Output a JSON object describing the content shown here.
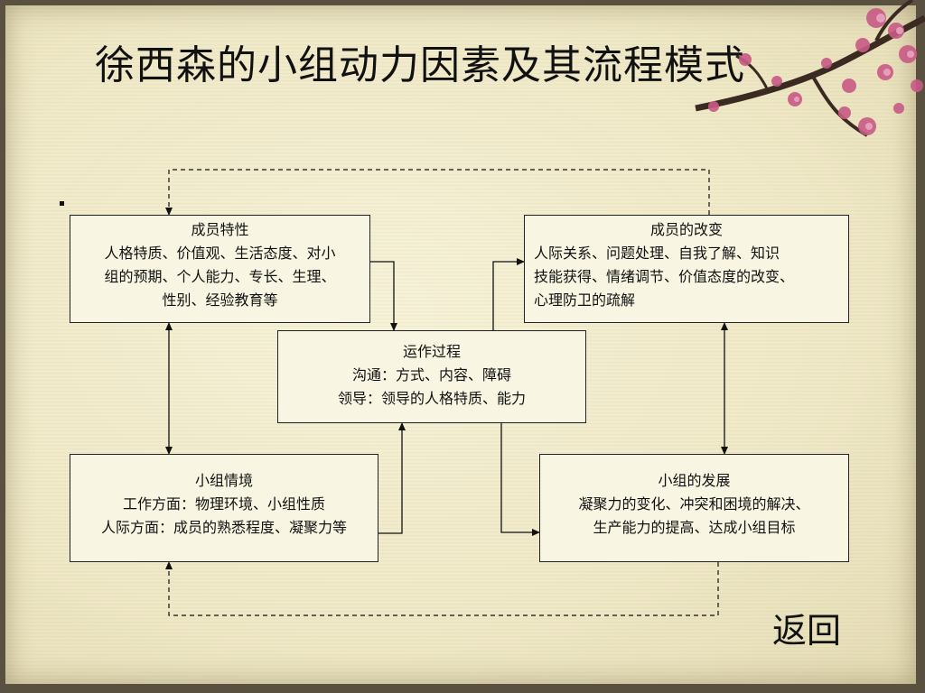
{
  "page_title": "徐西森的小组动力因素及其流程模式",
  "nodes": {
    "member_traits": {
      "lines": [
        "成员特性",
        "人格特质、价值观、生活态度、对小",
        "组的预期、个人能力、专长、生理、",
        "性别、经验教育等"
      ]
    },
    "member_change": {
      "lines": [
        "成员的改变",
        "人际关系、问题处理、自我了解、知识",
        "技能获得、情绪调节、价值态度的改变、",
        "心理防卫的疏解"
      ]
    },
    "process": {
      "lines": [
        "运作过程",
        "沟通：方式、内容、障碍",
        "领导：领导的人格特质、能力"
      ]
    },
    "group_situation": {
      "lines": [
        "小组情境",
        "工作方面：物理环境、小组性质",
        "人际方面：成员的熟悉程度、凝聚力等"
      ]
    },
    "group_development": {
      "lines": [
        "小组的发展",
        "凝聚力的变化、冲突和困境的解决、",
        "生产能力的提高、达成小组目标"
      ]
    }
  },
  "edges": [
    {
      "from": "member_traits",
      "to": "process",
      "style": "solid"
    },
    {
      "from": "group_situation",
      "to": "process",
      "style": "solid"
    },
    {
      "from": "process",
      "to": "member_change",
      "style": "solid"
    },
    {
      "from": "process",
      "to": "group_development",
      "style": "solid"
    },
    {
      "from": "member_traits",
      "to": "group_situation",
      "style": "solid-bidirectional"
    },
    {
      "from": "member_change",
      "to": "group_development",
      "style": "solid-bidirectional"
    },
    {
      "from": "member_change",
      "to": "member_traits",
      "style": "dashed"
    },
    {
      "from": "group_development",
      "to": "group_situation",
      "style": "dashed"
    }
  ],
  "return_link": "返回",
  "colors": {
    "background": "#efe8c6",
    "text": "#111111",
    "blossom": "#c85a86"
  }
}
